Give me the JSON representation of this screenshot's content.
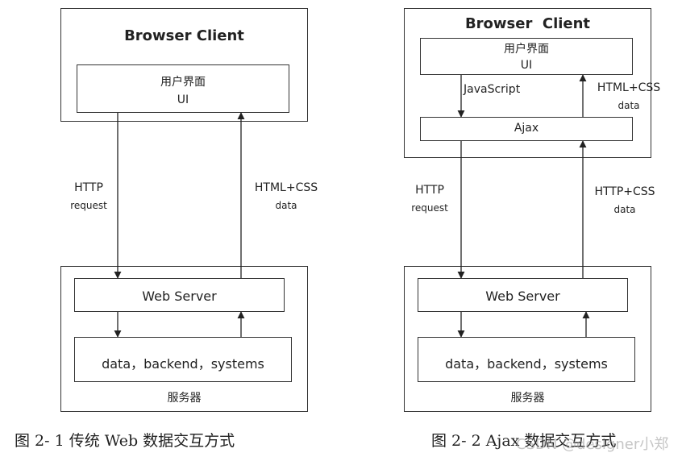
{
  "left_diagram": {
    "client_title": "Browser Client",
    "ui_line1": "用户界面",
    "ui_line2": "UI",
    "req_line1": "HTTP",
    "req_line2": "request",
    "resp_line1": "HTML+CSS",
    "resp_line2": "data",
    "web_server": "Web Server",
    "backend": "data，backend，systems",
    "server_label": "服务器",
    "caption": "图 2- 1 传统 Web 数据交互方式"
  },
  "right_diagram": {
    "client_title": "Browser  Client",
    "ui_line1": "用户界面",
    "ui_line2": "UI",
    "js_label": "JavaScript",
    "inner_resp_line1": "HTML+CSS",
    "inner_resp_line2": "data",
    "ajax": "Ajax",
    "req_line1": "HTTP",
    "req_line2": "request",
    "resp_line1": "HTTP+CSS",
    "resp_line2": "data",
    "web_server": "Web Server",
    "backend": "data，backend，systems",
    "server_label": "服务器",
    "caption": "图 2- 2 Ajax 数据交互方式"
  },
  "watermark": "CSDN @designer小郑"
}
